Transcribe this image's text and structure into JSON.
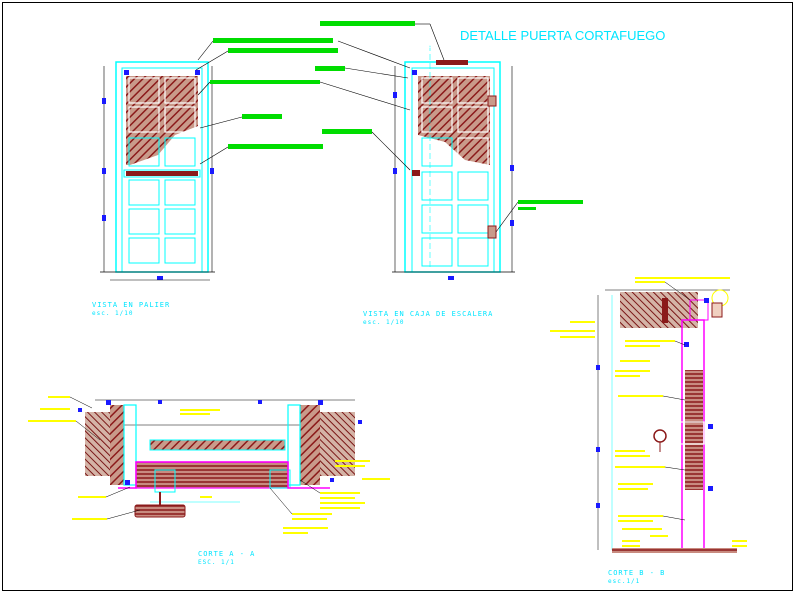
{
  "drawing": {
    "title": "DETALLE PUERTA CORTAFUEGO",
    "views": [
      {
        "id": "palier",
        "caption": "VISTA EN PALIER",
        "scale": "esc. 1/10"
      },
      {
        "id": "caja",
        "caption": "VISTA EN CAJA DE ESCALERA",
        "scale": "esc. 1/10"
      },
      {
        "id": "corte-a",
        "caption": "CORTE A - A",
        "scale": "ESC. 1/1"
      },
      {
        "id": "corte-b",
        "caption": "CORTE B - B",
        "scale": "esc.1/1"
      }
    ],
    "colors": {
      "title": "#00e5ff",
      "outline": "#00ffff",
      "hatch": "#8b1a1a",
      "leader_bar": "#00dd00",
      "marker": "#1a1aff",
      "magenta": "#ff00ff",
      "yellow": "#ffff00",
      "border": "#000000"
    }
  }
}
